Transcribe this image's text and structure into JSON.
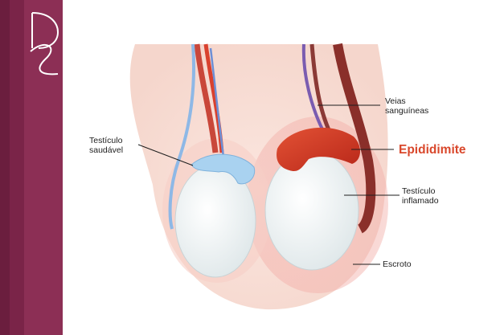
{
  "labels": {
    "healthy_testicle": "Testículo\nsaudável",
    "blood_vessels": "Veias\nsanguíneas",
    "condition": "Epididimite",
    "inflamed_testicle": "Testículo\ninflamado",
    "scrotum": "Escroto"
  },
  "colors": {
    "brand": "#8c2f55",
    "highlight": "#d9472b",
    "healthy_epididymis": "#a9d2f0",
    "inflamed_epididymis": "#d93a25",
    "scrotum_inflammation": "#f3b8b2"
  }
}
